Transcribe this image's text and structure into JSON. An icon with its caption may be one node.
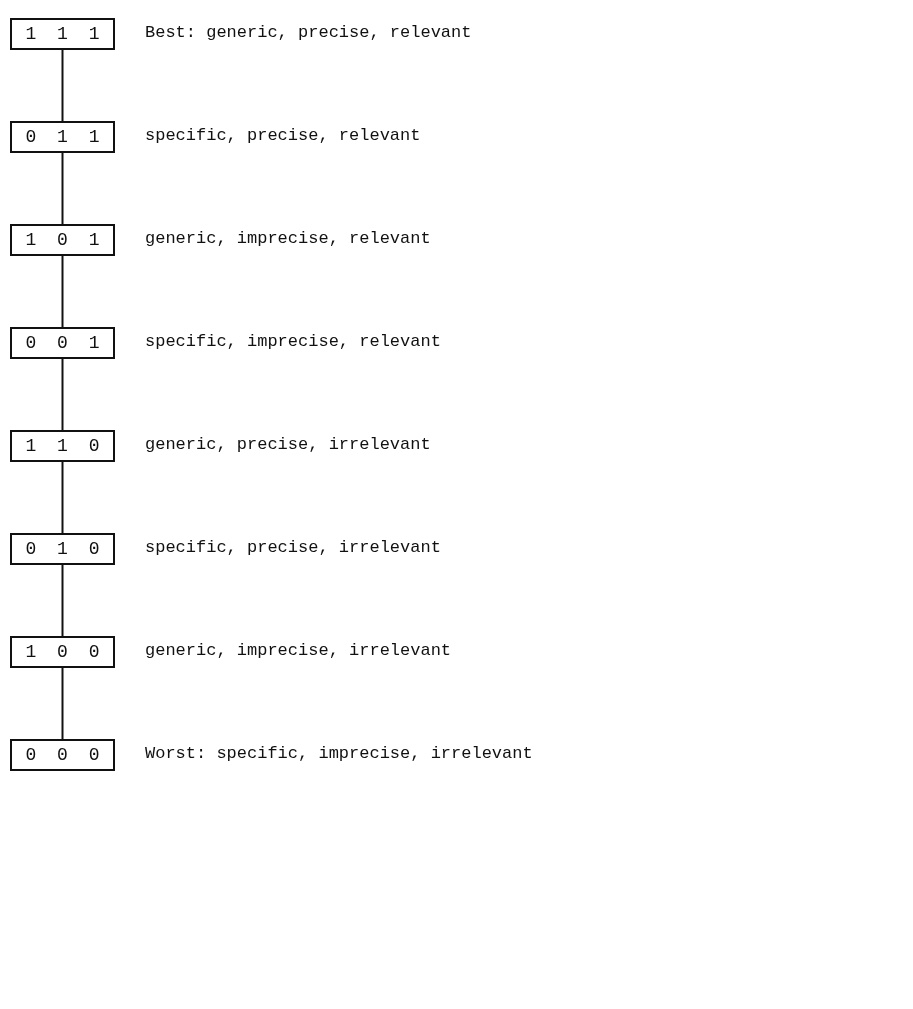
{
  "diagram": {
    "nodes": [
      {
        "text": [
          "1 1 1"
        ],
        "beside": [
          "Best: generic, precise, relevant"
        ]
      },
      {
        "text": [
          "0 1 1"
        ],
        "beside": [
          "specific, precise, relevant"
        ]
      },
      {
        "text": [
          "1 0 1"
        ],
        "beside": [
          "generic, imprecise, relevant"
        ]
      },
      {
        "text": [
          "0 0 1"
        ],
        "beside": [
          "specific, imprecise, relevant"
        ]
      },
      {
        "text": [
          "1 1 0"
        ],
        "beside": [
          "generic, precise, irrelevant"
        ]
      },
      {
        "text": [
          "0 1 0"
        ],
        "beside": [
          "specific, precise, irrelevant"
        ]
      },
      {
        "text": [
          "1 0 0"
        ],
        "beside": [
          "generic, imprecise, irrelevant"
        ]
      },
      {
        "text": [
          "0 0 0"
        ],
        "beside": [
          "Worst: specific, imprecise, irrelevant"
        ]
      }
    ],
    "edges": [
      {
        "from": 0,
        "to": 1,
        "arrow": "none"
      },
      {
        "from": 1,
        "to": 2,
        "arrow": "none"
      },
      {
        "from": 2,
        "to": 3,
        "arrow": "none"
      },
      {
        "from": 3,
        "to": 4,
        "arrow": "none"
      },
      {
        "from": 4,
        "to": 5,
        "arrow": "none"
      },
      {
        "from": 5,
        "to": 6,
        "arrow": "none"
      },
      {
        "from": 6,
        "to": 7,
        "arrow": "none"
      }
    ]
  }
}
